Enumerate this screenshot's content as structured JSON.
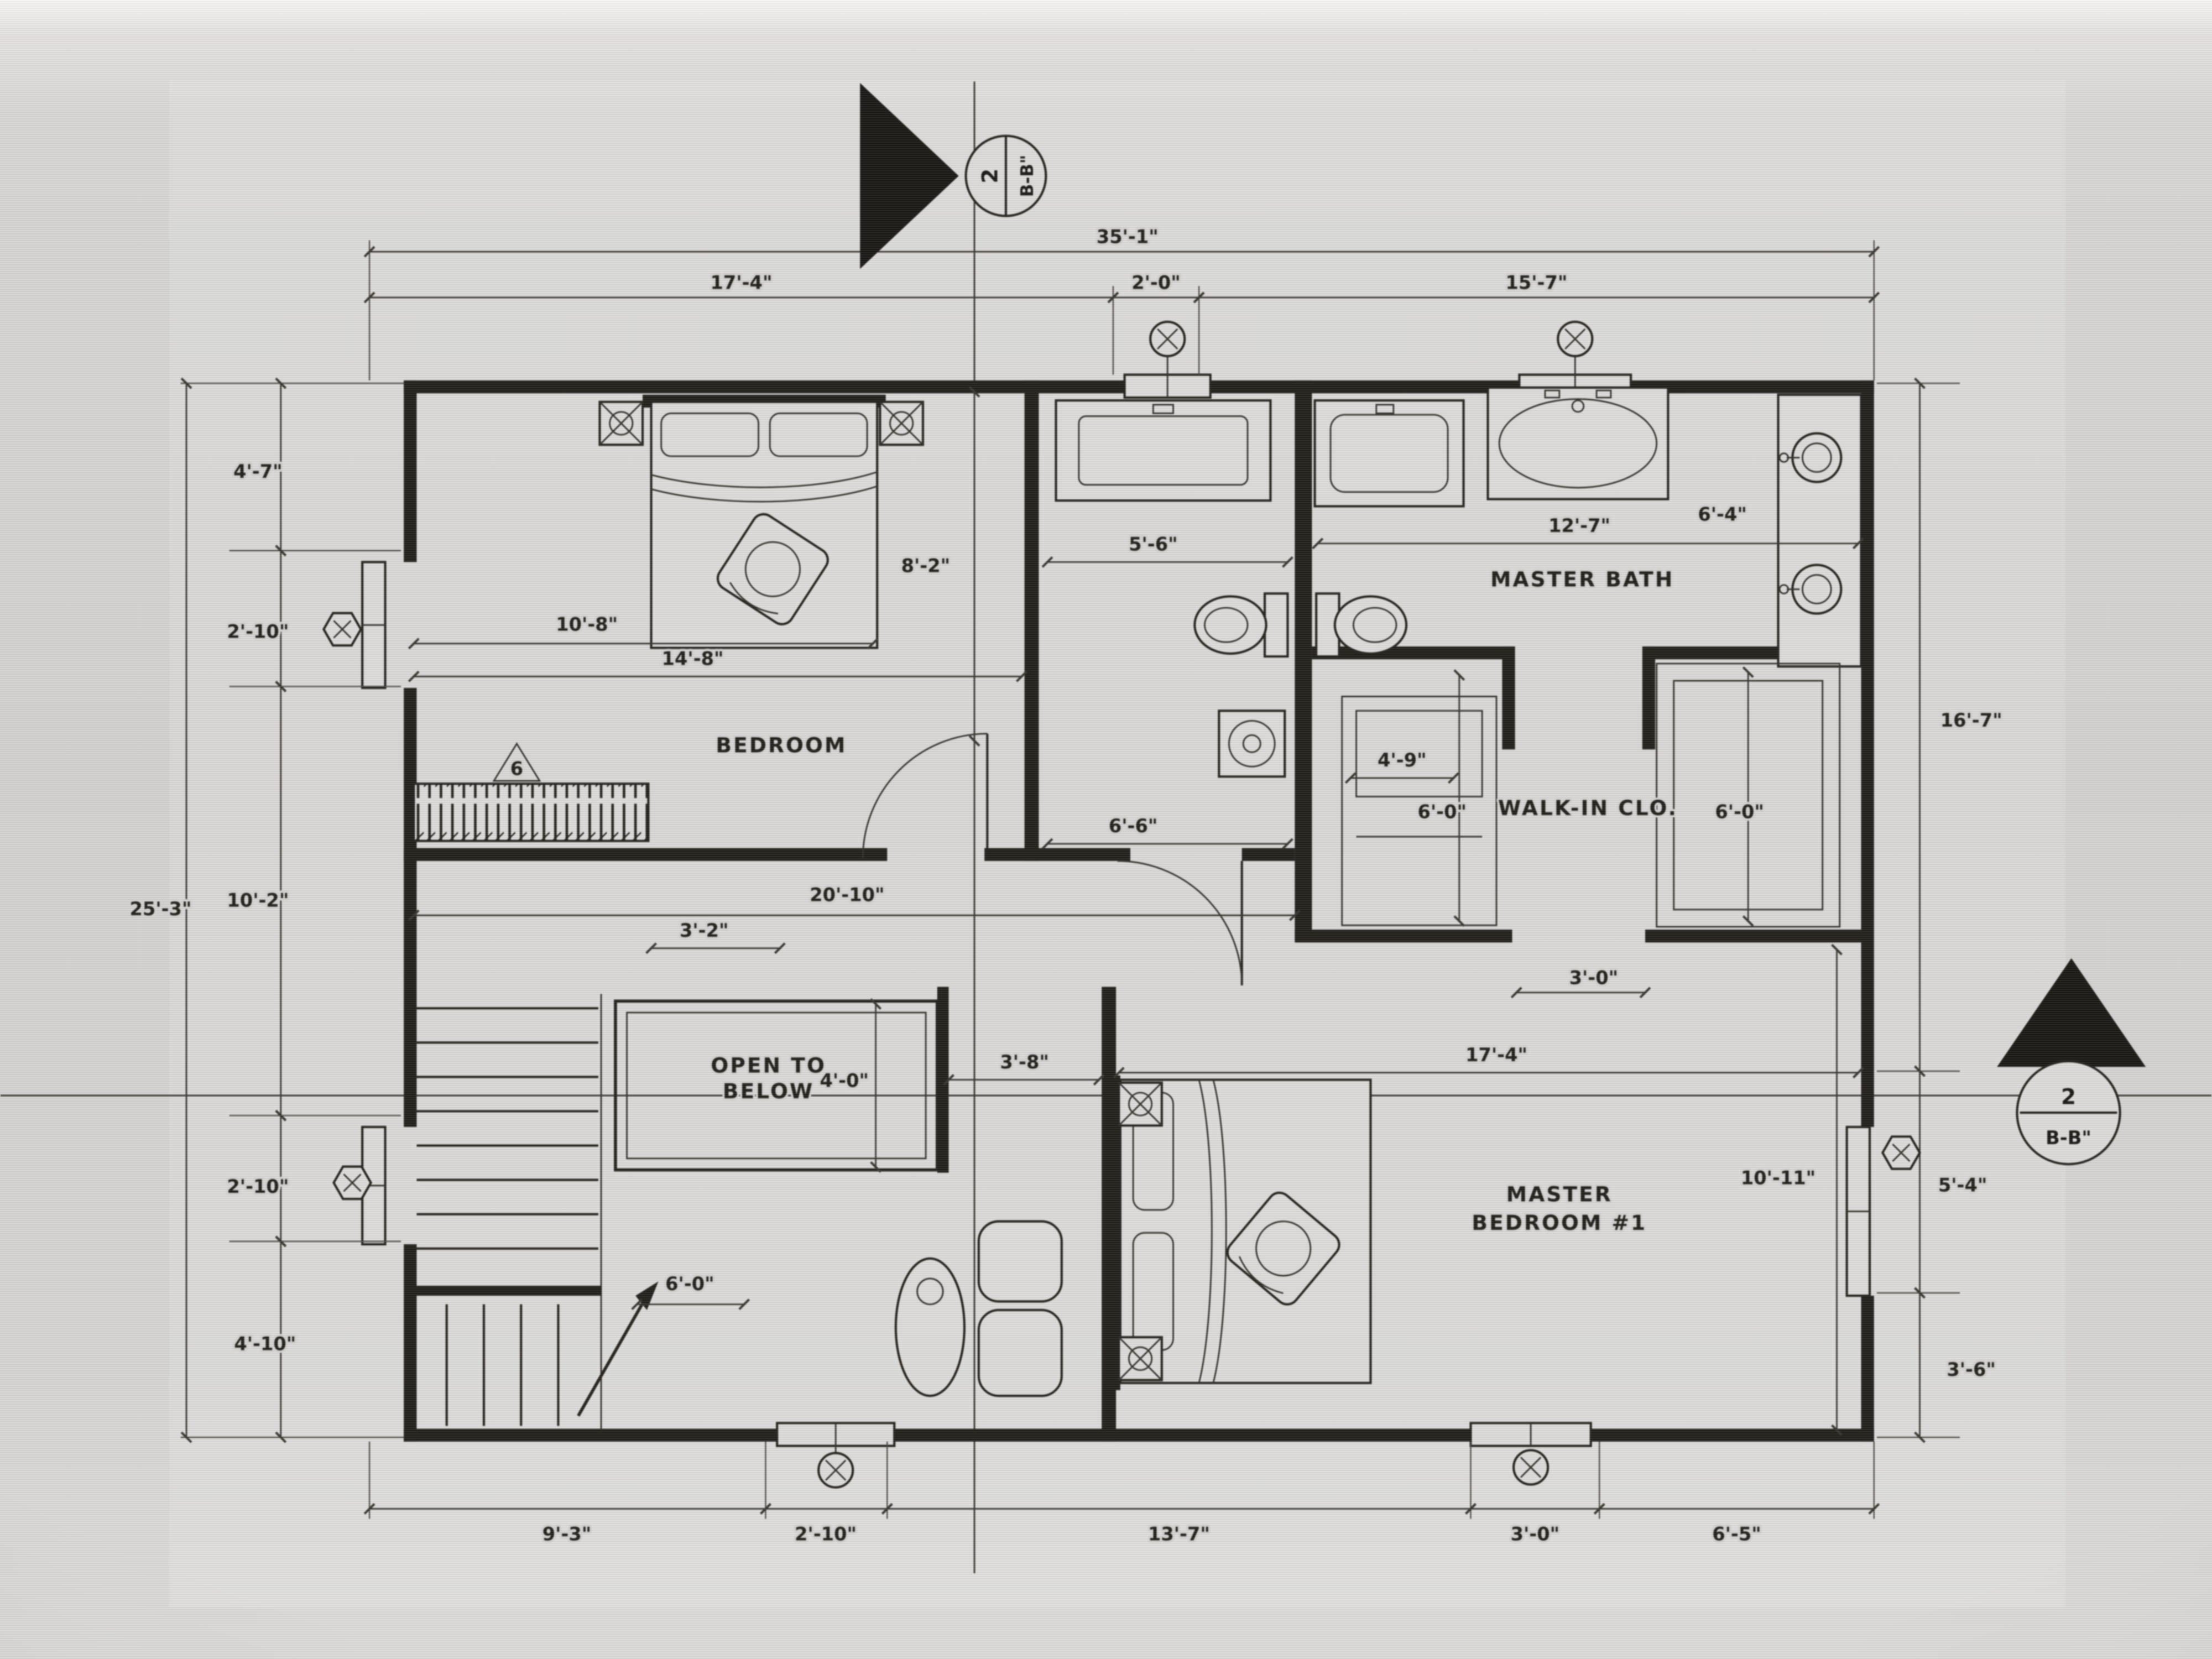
{
  "colors": {
    "ink": "#26241f",
    "background": "#d3d2d0"
  },
  "markers": {
    "top": {
      "num": "2",
      "sheet": "B-B\""
    },
    "right": {
      "num": "2",
      "sheet": "B-B\""
    }
  },
  "labels": {
    "bedroom": "BEDROOM",
    "master_bath": "MASTER BATH",
    "walk_in": "WALK-IN CLO.",
    "master1": "MASTER",
    "master2": "BEDROOM #1",
    "open1": "OPEN TO",
    "open2": "BELOW",
    "tag6": "6"
  },
  "dims": {
    "top_overall": "35'-1\"",
    "top_a": "17'-4\"",
    "top_b": "2'-0\"",
    "top_c": "15'-7\"",
    "left_a": "4'-7\"",
    "left_b": "2'-10\"",
    "left_overall": "25'-3\"",
    "left_c": "10'-2\"",
    "left_d": "2'-10\"",
    "left_e": "4'-10\"",
    "right_a": "16'-7\"",
    "right_b": "5'-4\"",
    "right_c": "3'-6\"",
    "bot_a": "9'-3\"",
    "bot_b": "2'-10\"",
    "bot_c": "13'-7\"",
    "bot_d": "3'-0\"",
    "bot_e": "6'-5\"",
    "bed_a": "10'-8\"",
    "bed_b": "14'-8\"",
    "hall_h": "8'-2\"",
    "bath_a": "5'-6\"",
    "mbath_w": "12'-7\"",
    "mbath_d": "6'-4\"",
    "hall_b": "6'-6\"",
    "clo_a": "4'-9\"",
    "clo_b": "6'-0\"",
    "clo_c": "6'-0\"",
    "clo_d": "3'-0\"",
    "land_a": "20'-10\"",
    "land_b": "3'-2\"",
    "open_w": "4'-0\"",
    "open_g": "3'-8\"",
    "mbr_w": "17'-4\"",
    "mbr_d": "10'-11\"",
    "stair_w": "6'-0\""
  }
}
